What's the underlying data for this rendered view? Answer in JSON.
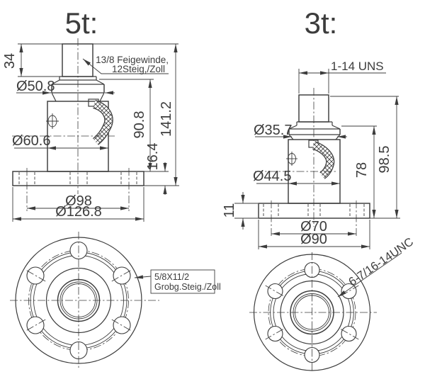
{
  "drawing": {
    "left": {
      "title": "5t:",
      "thread_note": [
        "13/8 Feigewinde,",
        "12Steig,/Zoll"
      ],
      "dims": {
        "stub_height": "34",
        "cap_dia": "Ø50.8",
        "body_dia": "Ø60.6",
        "body_height": "90.8",
        "total_height": "141.2",
        "base_thickness": "16.4",
        "bolt_circle_dia": "Ø98",
        "base_dia": "Ø126.8"
      },
      "bolt_note": [
        "5/8X11/2",
        "Grobg.Steig./Zoll"
      ]
    },
    "right": {
      "title": "3t:",
      "thread_note": "1-14 UNS",
      "dims": {
        "cap_dia": "Ø35.7",
        "body_dia": "Ø44.5",
        "body_height": "78",
        "total_height": "98.5",
        "base_thickness": "11",
        "bolt_circle_dia": "Ø70",
        "base_dia": "Ø90"
      },
      "bolt_note": "6-7/16-14UNC"
    }
  },
  "colors": {
    "line": "#3c3c3c",
    "background": "#ffffff"
  }
}
